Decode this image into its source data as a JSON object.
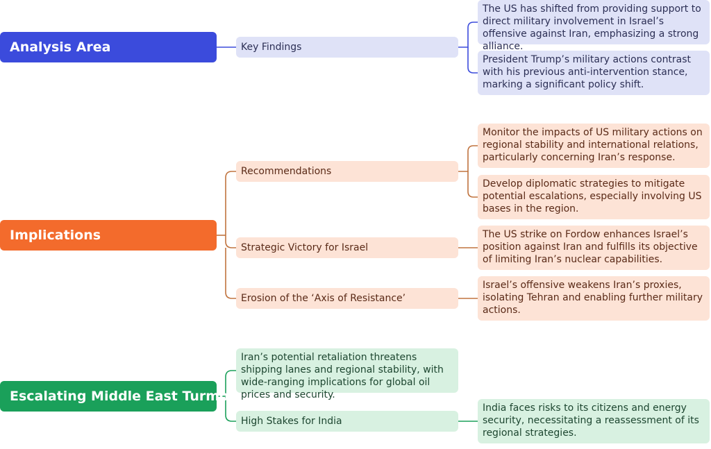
{
  "colors": {
    "blue_root": "#3b4bdc",
    "blue_box": "#dfe2f7",
    "blue_line": "#3b4bdc",
    "orange_root": "#f36b2c",
    "orange_box": "#fde3d6",
    "orange_line": "#c0733e",
    "green_root": "#1aa05a",
    "green_box": "#d8f1e1",
    "green_line": "#1aa05a"
  },
  "analysis": {
    "title": "Analysis Area",
    "key_findings": {
      "label": "Key Findings",
      "items": [
        "The US has shifted from providing support to direct military involvement in Israel’s offensive against Iran, emphasizing a strong alliance.",
        "President Trump’s military actions contrast with his previous anti-intervention stance, marking a significant policy shift."
      ]
    }
  },
  "implications": {
    "title": "Implications",
    "recommendations": {
      "label": "Recommendations",
      "items": [
        "Monitor the impacts of US military actions on regional stability and international relations, particularly concerning Iran’s response.",
        "Develop diplomatic strategies to mitigate potential escalations, especially involving US bases in the region."
      ]
    },
    "strategic_victory": {
      "label": "Strategic Victory for Israel",
      "items": [
        "The US strike on Fordow enhances Israel’s position against Iran and fulfills its objective of limiting Iran’s nuclear capabilities."
      ]
    },
    "erosion": {
      "label": "Erosion of the ‘Axis of Resistance’",
      "items": [
        "Israel’s offensive weakens Iran’s proxies, isolating Tehran and enabling further military actions."
      ]
    }
  },
  "escalating": {
    "title": "Escalating Middle East Turmoil",
    "retaliation": "Iran’s potential retaliation threatens shipping lanes and regional stability, with wide-ranging implications for global oil prices and security.",
    "india": {
      "label": "High Stakes for India",
      "items": [
        "India faces risks to its citizens and energy security, necessitating a reassessment of its regional strategies."
      ]
    }
  }
}
